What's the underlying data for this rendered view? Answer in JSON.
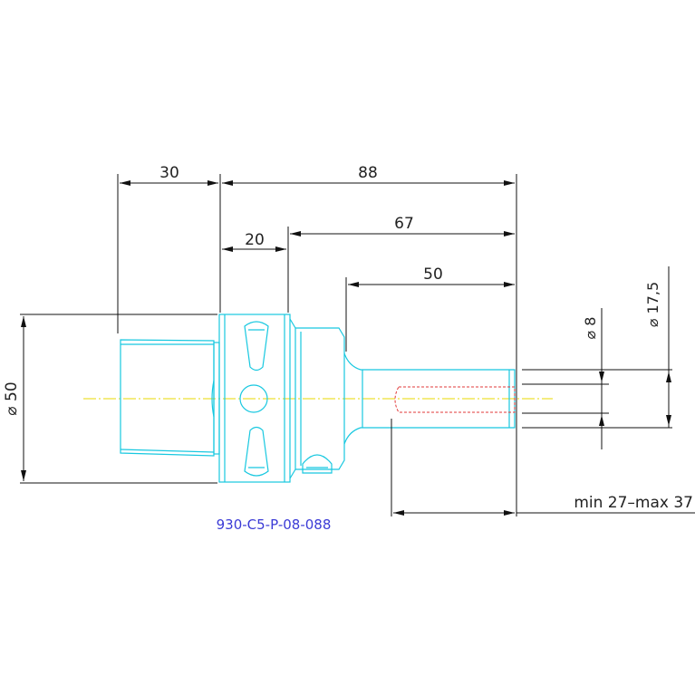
{
  "colors": {
    "outline": "#18c8e0",
    "dimension": "#111111",
    "centerline": "#e8d800",
    "hidden_bore": "#e23a3a",
    "part_number": "#3b3bd6"
  },
  "dimensions": {
    "d30": "30",
    "d88": "88",
    "d20": "20",
    "d67": "67",
    "d50": "50",
    "dia50": "⌀ 50",
    "dia8": "⌀ 8",
    "dia175": "⌀ 17,5",
    "min_max": "min 27–max 37"
  },
  "part_number": "930-C5-P-08-088"
}
